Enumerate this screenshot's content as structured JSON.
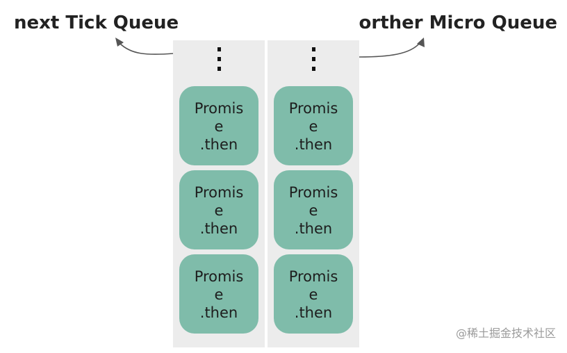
{
  "labels": {
    "left": "next Tick Queue",
    "right": "orther Micro Queue"
  },
  "queues": [
    {
      "tasks": [
        "Promis\ne\n.then",
        "Promis\ne\n.then",
        "Promis\ne\n.then"
      ]
    },
    {
      "tasks": [
        "Promis\ne\n.then",
        "Promis\ne\n.then",
        "Promis\ne\n.then"
      ]
    }
  ],
  "colors": {
    "task_fill": "#7fbcaa",
    "queue_bg": "#ececec",
    "arrow": "#555555"
  },
  "watermark": "@稀土掘金技术社区"
}
